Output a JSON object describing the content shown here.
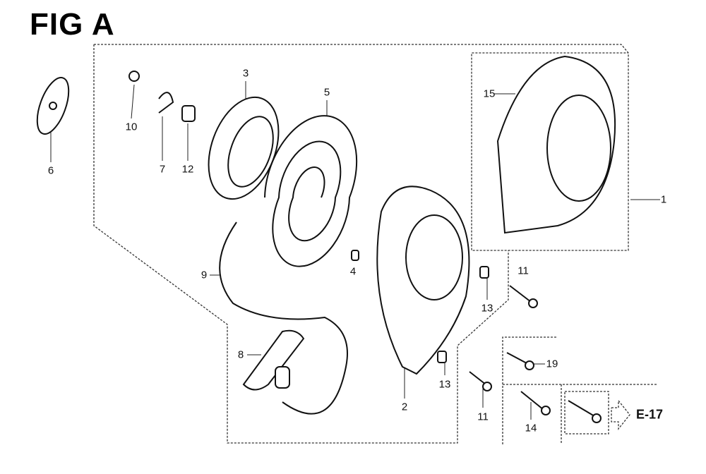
{
  "title": "FIG A",
  "labels": [
    "1",
    "2",
    "3",
    "4",
    "5",
    "6",
    "7",
    "8",
    "9",
    "10",
    "11",
    "11",
    "12",
    "13",
    "13",
    "14",
    "15",
    "19"
  ],
  "reference": "E-17"
}
